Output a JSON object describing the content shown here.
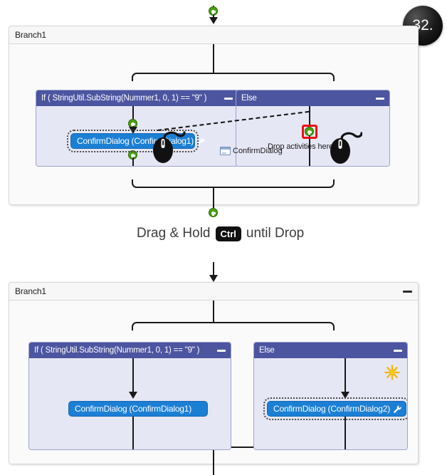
{
  "step_badge": {
    "label": "32."
  },
  "instruction": {
    "prefix": "Drag & Hold",
    "key": "Ctrl",
    "suffix": "until Drop"
  },
  "colors": {
    "activity_header": "#4c55a0",
    "activity_body": "#e6e7f4",
    "pill_blue": "#1b7fd4",
    "plus_green": "#49a010",
    "highlight_red": "#ee1111",
    "sparkle_yellow": "#f5c518",
    "connector_black": "#1a1a1a",
    "panel_background": "#fafafa"
  },
  "before": {
    "branch": {
      "title": "Branch1"
    },
    "if_activity": {
      "title": "If ( StringUtil.SubString(Nummer1, 0, 1) == \"9\" )",
      "collapse_icon": "minus-icon"
    },
    "else_activity": {
      "title": "Else",
      "collapse_icon": "minus-icon"
    },
    "if_pill": {
      "label": "ConfirmDialog (ConfirmDialog1)",
      "icon": "wrench-icon",
      "state": "selected"
    },
    "drag_ghost": {
      "label": "ConfirmDialog",
      "icon": "dialog-window-icon"
    },
    "drop_hint": {
      "label": "Drop activities here"
    },
    "drop_target": {
      "icon": "green-plus-icon",
      "highlight": "red-box-highlight"
    },
    "cursors": [
      {
        "name": "mouse-cursor-source"
      },
      {
        "name": "mouse-cursor-target"
      }
    ],
    "connectors": [
      {
        "name": "green-plus-top-entry",
        "icon": "green-plus-icon"
      },
      {
        "name": "green-plus-above-pill",
        "icon": "green-plus-icon"
      },
      {
        "name": "green-plus-below-pill",
        "icon": "green-plus-icon"
      },
      {
        "name": "green-plus-bottom-exit",
        "icon": "green-plus-icon"
      }
    ]
  },
  "after": {
    "branch": {
      "title": "Branch1",
      "collapse_icon": "minus-icon"
    },
    "if_activity": {
      "title": "If ( StringUtil.SubString(Nummer1, 0, 1) == \"9\" )",
      "collapse_icon": "minus-icon"
    },
    "else_activity": {
      "title": "Else",
      "collapse_icon": "minus-icon"
    },
    "if_pill": {
      "label": "ConfirmDialog (ConfirmDialog1)",
      "state": "normal"
    },
    "else_pill": {
      "label": "ConfirmDialog (ConfirmDialog2)",
      "icon": "wrench-icon",
      "state": "selected"
    },
    "sparkle": {
      "icon": "sparkle-icon"
    }
  }
}
